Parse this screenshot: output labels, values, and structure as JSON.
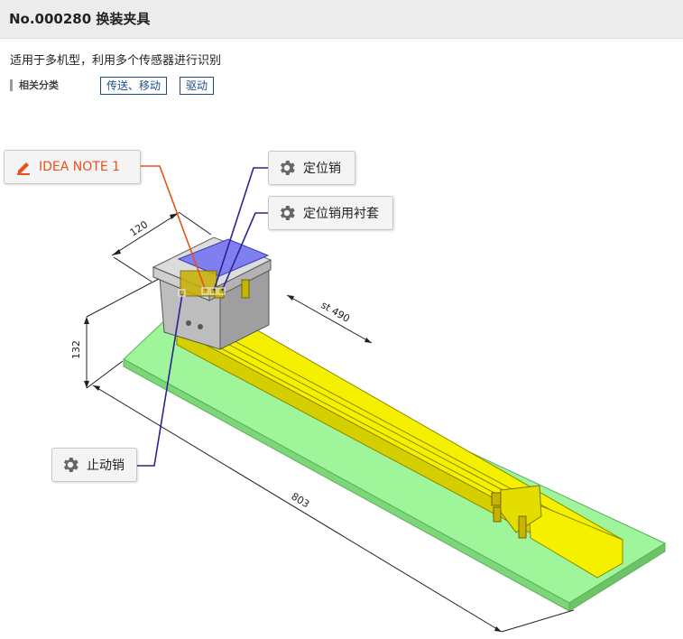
{
  "header": {
    "title": "No.000280 换装夹具"
  },
  "description": "适用于多机型，利用多个传感器进行识别",
  "category": {
    "label": "相关分类",
    "tags": [
      {
        "label": "传送、移动"
      },
      {
        "label": "驱动"
      }
    ]
  },
  "callouts": {
    "idea_note": "IDEA NOTE 1",
    "locating_pin": "定位销",
    "pin_bushing": "定位销用衬套",
    "stop_pin": "止动销"
  },
  "dimensions": {
    "width": "120",
    "height": "132",
    "length": "803",
    "stroke": "st 490"
  },
  "colors": {
    "base_plate": "#9ef59a",
    "actuator": "#f4f000",
    "top_plate": "#7f7ff2",
    "jig_body": "#b8b8b8",
    "idea_accent": "#e8501c",
    "leader_line": "#2b2390",
    "tag_border": "#1a4f8c"
  },
  "icons": {
    "idea": "pencil-icon",
    "part": "gear-icon"
  }
}
